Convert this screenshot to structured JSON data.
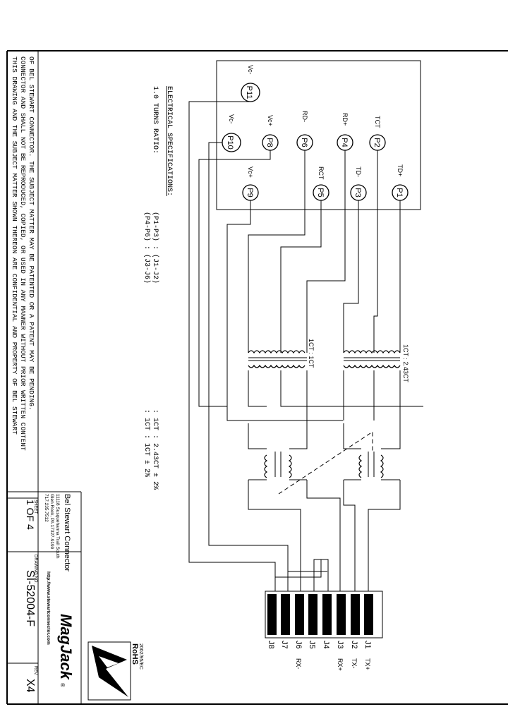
{
  "specs": {
    "heading": "ELECTRICAL SPECIFICATIONS:",
    "turns_label": "1.0 TURNS RATIO:",
    "ratio1_pins": "(P1-P3) : (J1-J2)",
    "ratio1_value": ": 1CT : 2.43CT ± 2%",
    "ratio2_pins": "(P4-P6) : (J3-J6)",
    "ratio2_value": ": 1CT : 1CT ± 2%"
  },
  "confidential_note": {
    "line1": "THIS DRAWING AND THE SUBJECT MATTER SHOWN THEREON ARE CONFIDENTIAL AND PROPERTY OF BEL STEWART",
    "line2": "CONNECTOR AND SHALL NOT BE REPRODUCED, COPIED, OR USED IN ANY MANNER WITHOUT PRIOR WRITTEN CONTENT",
    "line3": "OF BEL STEWART CONNECTOR.  THE SUBJECT MATTER MAY BE PATENTED OR A PATENT MAY BE PENDING."
  },
  "pins": {
    "p11": {
      "id": "P11",
      "label": "Vc-"
    },
    "p10": {
      "id": "P10",
      "label": "Vc-"
    },
    "p8": {
      "id": "P8",
      "label": "Vc+"
    },
    "p9": {
      "id": "P9",
      "label": "Vc+"
    },
    "p6": {
      "id": "P6",
      "label": "RD-"
    },
    "p5": {
      "id": "P5",
      "label": "RCT"
    },
    "p4": {
      "id": "P4",
      "label": "RD+"
    },
    "p3": {
      "id": "P3",
      "label": "TD-"
    },
    "p2": {
      "id": "P2",
      "label": "TCT"
    },
    "p1": {
      "id": "P1",
      "label": "TD+"
    }
  },
  "transformers": {
    "tx_ratio": "1CT : 2.43CT",
    "rx_ratio": "1CT : 1CT"
  },
  "jack": {
    "contacts": [
      "J1",
      "J2",
      "J3",
      "J4",
      "J5",
      "J6",
      "J7",
      "J8"
    ],
    "signals": {
      "j1": "TX+",
      "j2": "TX-",
      "j3": "RX+",
      "j6": "RX-"
    }
  },
  "title_block": {
    "company": "Bel Stewart Connector",
    "address1": "11118 Susquehanna Trail South",
    "address2": "Glen Rock, PA 17327-9199",
    "phone": "717.235.7512",
    "url": "http://www.stewartconnector.com",
    "brand": "MagJack",
    "brand_mark": "®",
    "rohs": "RoHS",
    "rohs_code": "2002/95/EC",
    "sheet_label": "SHEET",
    "sheet_value": "1 OF 4",
    "drawing_no_label": "DRAWING NO.",
    "drawing_no": "SI-52004-F",
    "rev_label": "REV.",
    "rev": "X4"
  }
}
